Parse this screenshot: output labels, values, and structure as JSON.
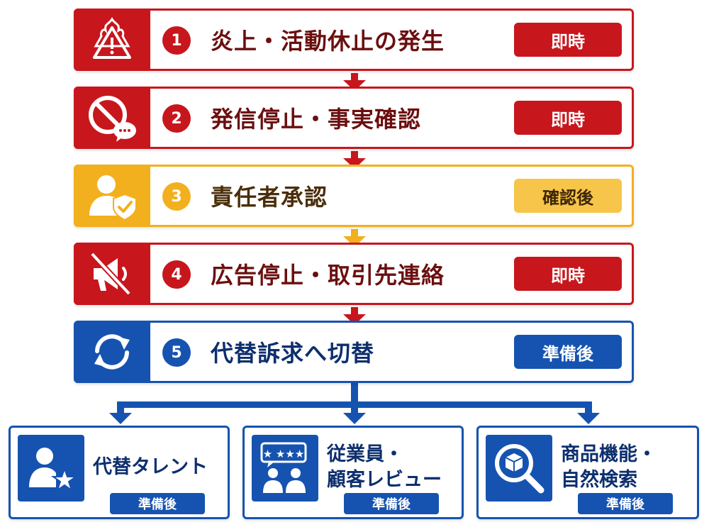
{
  "steps": [
    {
      "num": "1",
      "title": "炎上・活動休止の発生",
      "badge": "即時",
      "icon": "fire-warning-icon",
      "color": "#c8161d"
    },
    {
      "num": "2",
      "title": "発信停止・事実確認",
      "badge": "即時",
      "icon": "no-posting-icon",
      "color": "#c8161d"
    },
    {
      "num": "3",
      "title": "責任者承認",
      "badge": "確認後",
      "icon": "manager-approval-icon",
      "color": "#f2b01e"
    },
    {
      "num": "4",
      "title": "広告停止・取引先連絡",
      "badge": "即時",
      "icon": "muted-megaphone-icon",
      "color": "#c8161d"
    },
    {
      "num": "5",
      "title": "代替訴求へ切替",
      "badge": "準備後",
      "icon": "switch-cycle-icon",
      "color": "#1653b0"
    }
  ],
  "options": [
    {
      "line1": "代替タレント",
      "line2": "",
      "badge": "準備後",
      "icon": "person-star-icon"
    },
    {
      "line1": "従業員・",
      "line2": "顧客レビュー",
      "badge": "準備後",
      "icon": "review-people-icon"
    },
    {
      "line1": "商品機能・",
      "line2": "自然検索",
      "badge": "準備後",
      "icon": "search-product-icon"
    }
  ],
  "colors": {
    "red": "#c8161d",
    "yellow": "#f2b01e",
    "blue": "#1653b0"
  }
}
